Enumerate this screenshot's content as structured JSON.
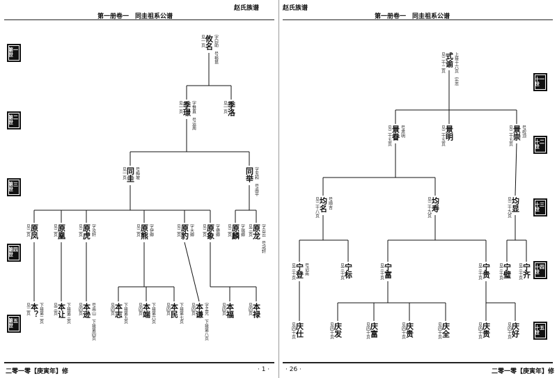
{
  "header": {
    "left_title": "第一册卷一　同圭祖系公谱",
    "left_family": "赵氏族谱",
    "right_family": "赵氏族谱",
    "right_title": "第一册卷一　同圭祖系公谱"
  },
  "footer": {
    "left_year": "二零一零【庚寅年】修",
    "left_page": "· 1 ·",
    "right_page": "· 26 ·",
    "right_year": "二零一零【庚寅年】修"
  },
  "generations_left": [
    "第一世",
    "第二世",
    "第三世",
    "第四世",
    "第五世"
  ],
  "generations_right": [
    "十一世",
    "十二世",
    "十三世",
    "十四世",
    "十五世"
  ],
  "nodes": [
    {
      "name": "攸名",
      "pre": "见一页",
      "note": "字曰助　号裕昆"
    },
    {
      "name": "季璟",
      "pre": "见一页",
      "note": "字惟直　号运周"
    },
    {
      "name": "季洛",
      "pre": "见一页",
      "note": ""
    },
    {
      "name": "同圭",
      "pre": "见一页",
      "note": "号梅坡"
    },
    {
      "name": "同举",
      "pre": "",
      "note": "字无和　号南平"
    },
    {
      "name": "原凤",
      "pre": "见二页",
      "note": ""
    },
    {
      "name": "原凰",
      "pre": "见二页",
      "note": ""
    },
    {
      "name": "原虎",
      "pre": "见二页",
      "note": "字汝轩"
    },
    {
      "name": "原熊",
      "pre": "见二页",
      "note": "字伊卿"
    },
    {
      "name": "原豹",
      "pre": "见二页",
      "note": "字大卿"
    },
    {
      "name": "原象",
      "pre": "见二页",
      "note": "字德卿"
    },
    {
      "name": "原麟",
      "pre": "见二页",
      "note": "字瑞卿"
    },
    {
      "name": "原龙",
      "pre": "见三页",
      "note": "字云云　号冠轩"
    },
    {
      "name": "本？",
      "pre": "见二页",
      "note": "下接第二页"
    },
    {
      "name": "本让",
      "pre": "见三页",
      "note": "下接第三页"
    },
    {
      "name": "本逊",
      "pre": "见四页",
      "note": "号南山　下接第四页"
    },
    {
      "name": "本志",
      "pre": "见四页",
      "note": "下接第五页"
    },
    {
      "name": "本端",
      "pre": "见四页",
      "note": "下接第六页"
    },
    {
      "name": "本民",
      "pre": "见四页",
      "note": "下接第七页"
    },
    {
      "name": "本谦",
      "pre": "见四页",
      "note": "字孟光　下接第八页"
    },
    {
      "name": "本福",
      "pre": "见四页",
      "note": ""
    },
    {
      "name": "本禄",
      "pre": "见四页",
      "note": ""
    },
    {
      "name": "式谕",
      "pre": "见二十二页",
      "note": "上接十六页　实忠"
    },
    {
      "name": "景眷",
      "pre": "见二十五页",
      "note": "号肃明"
    },
    {
      "name": "景明",
      "pre": "见二十五页",
      "note": ""
    },
    {
      "name": "景崇",
      "pre": "见二十五页",
      "note": "号崆顶"
    },
    {
      "name": "均名",
      "pre": "见二十八页",
      "note": "号顺吉"
    },
    {
      "name": "均寿",
      "pre": "见二十九页",
      "note": ""
    },
    {
      "name": "均显",
      "pre": "见二十九页",
      "note": ""
    },
    {
      "name": "宁登",
      "pre": "见三十页",
      "note": "号诏南"
    },
    {
      "name": "宁标",
      "pre": "见三十页",
      "note": ""
    },
    {
      "name": "宁富",
      "pre": "见三十页",
      "note": ""
    },
    {
      "name": "宁贵",
      "pre": "见三十页",
      "note": ""
    },
    {
      "name": "宁璧",
      "pre": "见三十页",
      "note": ""
    },
    {
      "name": "宁齐",
      "pre": "见三十页",
      "note": ""
    },
    {
      "name": "庆仕",
      "pre": "见四十页",
      "note": ""
    },
    {
      "name": "庆发",
      "pre": "见四十页",
      "note": ""
    },
    {
      "name": "庆富",
      "pre": "见四十页",
      "note": ""
    },
    {
      "name": "庆贵",
      "pre": "见四十页",
      "note": ""
    },
    {
      "name": "庆全",
      "pre": "见四十页",
      "note": ""
    },
    {
      "name": "庆贵",
      "pre": "见四十页",
      "note": ""
    },
    {
      "name": "庆好",
      "pre": "见四十页",
      "note": ""
    }
  ]
}
